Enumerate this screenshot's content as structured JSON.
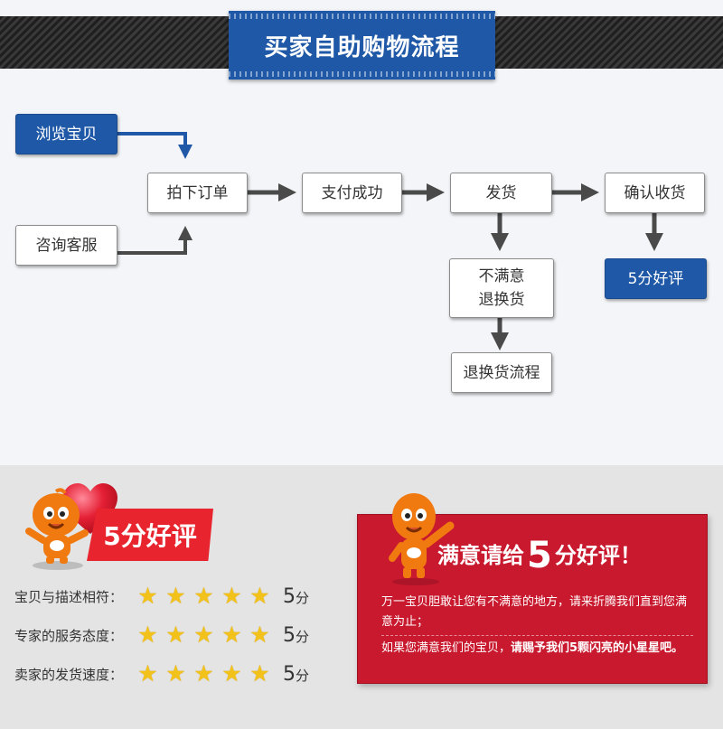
{
  "title": "买家自助购物流程",
  "flow": {
    "browse": "浏览宝贝",
    "consult": "咨询客服",
    "order": "拍下订单",
    "pay": "支付成功",
    "ship": "发货",
    "confirm": "确认收货",
    "unsatisfied_line1": "不满意",
    "unsatisfied_line2": "退换货",
    "return_flow": "退换货流程",
    "good_review": "5分好评"
  },
  "rating": {
    "ribbon": "5分好评",
    "rows": [
      {
        "label": "宝贝与描述相符：",
        "stars": 5,
        "score": "5",
        "unit": "分"
      },
      {
        "label": "专家的服务态度：",
        "stars": 5,
        "score": "5",
        "unit": "分"
      },
      {
        "label": "卖家的发货速度：",
        "stars": 5,
        "score": "5",
        "unit": "分"
      }
    ]
  },
  "promo": {
    "headline_pre": "满意请给",
    "headline_num": "5",
    "headline_post": "分好评！",
    "text1": "万一宝贝胆敢让您有不满意的地方，请来折腾我们直到您满意为止；",
    "text2_pre": "如果您满意我们的宝贝，",
    "text2_bold": "请赐予我们5颗闪亮的小星星吧。"
  },
  "colors": {
    "brand_blue": "#1f58a6",
    "promo_red": "#c9192e",
    "star_gold": "#f3c21a",
    "mascot_orange": "#f07a10"
  }
}
